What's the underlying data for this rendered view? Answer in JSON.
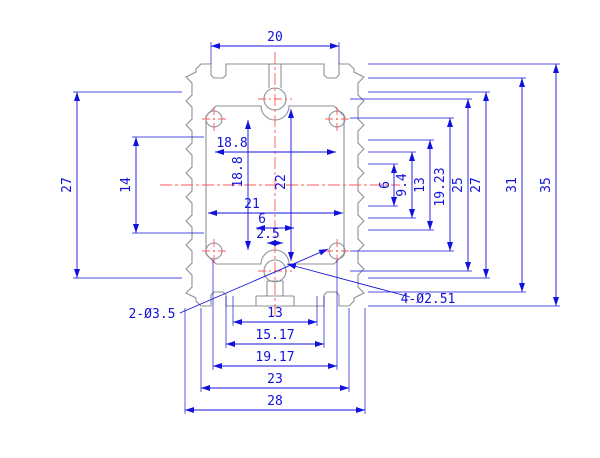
{
  "drawing": {
    "colors": {
      "dimension_blue": "#1212dd",
      "centerline_red": "#ff5a5a",
      "profile_gray": "#8f8f96"
    },
    "dimensions": {
      "top_width": "20",
      "left_height": "27",
      "left_inner_height": "14",
      "inner_width_top": "18.8",
      "inner_height": "18.8",
      "cavity_height": "22",
      "slot_width": "21",
      "notch_width": "6",
      "tab_width": "2.5",
      "right_d6": "6",
      "right_d9_4": "9.4",
      "right_d13": "13",
      "right_d19_23": "19.23",
      "right_d25": "25",
      "right_d27": "27",
      "right_d31": "31",
      "right_d35": "35",
      "bottom_d13": "13",
      "bottom_d15_17": "15.17",
      "bottom_d19_17": "19.17",
      "bottom_d23": "23",
      "bottom_d28": "28"
    },
    "labels": {
      "left_holes": "2-Ø3.5",
      "corner_holes": "4-Ø2.51"
    }
  }
}
